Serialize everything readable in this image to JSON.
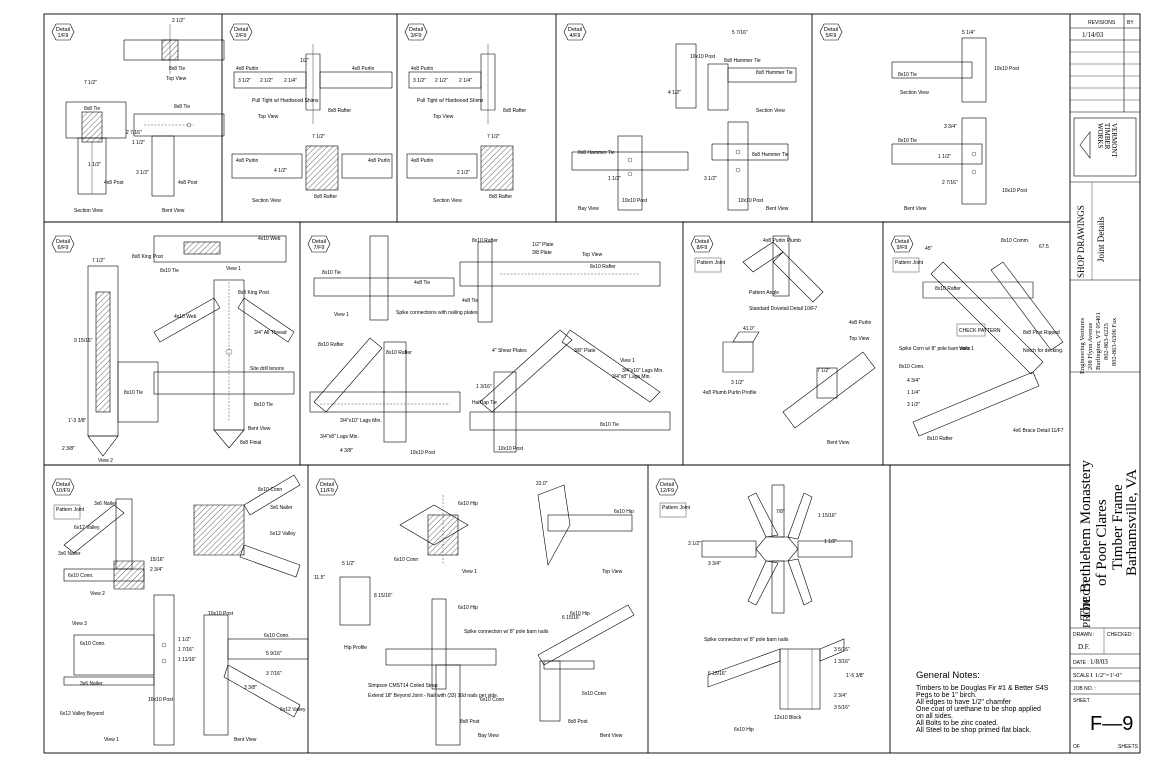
{
  "sheet_number": "F—9",
  "sheet_of_label": "OF",
  "sheets_label": "SHEETS",
  "revisions": {
    "label": "REVISIONS",
    "by_label": "BY",
    "entry": "1/14/03"
  },
  "company_logo": [
    "VERMONT",
    "TIMBER",
    "WORKS"
  ],
  "drawing_type": "SHOP DRAWINGS",
  "drawing_title": "Joint Details",
  "engineer": [
    "Engineering Ventures",
    "208 Flynn Avenue",
    "Burlington, VT 05401",
    "802-863-6225",
    "802-863-6306 Fax"
  ],
  "project": {
    "label": "PROJECT:",
    "lines": [
      "The Bethlehem Monastery",
      "of Poor Clares",
      "Timber Frame",
      "Barhamsville, VA"
    ]
  },
  "title_block": {
    "drawn_label": "DRAWN :",
    "drawn": "D.F.",
    "checked_label": "CHECKED :",
    "date_label": "DATE :",
    "date": "1/8/03",
    "scale_label": "SCALE :",
    "scale": "1 1/2\"=1'-0\"",
    "job_label": "JOB NO. :",
    "sheet_label": "SHEET"
  },
  "notes": {
    "title": "General Notes:",
    "lines": [
      "Timbers to be Douglas Fir #1 & Better S4S",
      "Pegs to be 1\" birch.",
      "All edges to have 1/2\" chamfer",
      "One coat of urethane to be shop applied",
      "   on all sides.",
      "All Bolts to be zinc coated.",
      "All Steel to be shop primed flat black."
    ]
  },
  "details": [
    {
      "tag": "Detail",
      "num": "1/F9",
      "labels": [
        "8x8 Tie",
        "Top View",
        "8x8 Tie",
        "8x8 Tie",
        "4x8 Post",
        "4x8 Post",
        "Section View",
        "Bent View",
        "7 1/2\"",
        "2 7/16\"",
        "1 1/2\"",
        "3 1/2\"",
        "1 1/2\"",
        "2 1/2\""
      ]
    },
    {
      "tag": "Detail",
      "num": "2/F9",
      "labels": [
        "4x8 Purlin",
        "4x8 Purlin",
        "Pull Tight w/ Hardwood Shims",
        "Top View",
        "8x8 Rafter",
        "4x8 Purlin",
        "4x8 Purlin",
        "8x8 Rafter",
        "Section View",
        "3 1/2\"",
        "2 1/2\"",
        "2 1/4\"",
        "1/2\"",
        "7 1/2\"",
        "4 1/2\""
      ]
    },
    {
      "tag": "Detail",
      "num": "3/F9",
      "labels": [
        "4x8 Purlin",
        "Pull Tight w/ Hardwood Shims",
        "Top View",
        "8x8 Rafter",
        "4x8 Purlin",
        "8x8 Rafter",
        "Section View",
        "3 1/2\"",
        "2 1/2\"",
        "2 1/4\"",
        "7 1/2\"",
        "2 1/2\""
      ]
    },
    {
      "tag": "Detail",
      "num": "4/F9",
      "labels": [
        "8x8 Hammer Tie",
        "8x8 Hammer Tie",
        "10x10 Post",
        "Section View",
        "8x8 Hammer Tie",
        "8x8 Hammer Tie",
        "10x10 Post",
        "10x10 Post",
        "Bay View",
        "Bent View",
        "5 7/16\"",
        "4 1/2\"",
        "1 1/2\"",
        "3 1/2\""
      ]
    },
    {
      "tag": "Detail",
      "num": "5/F9",
      "labels": [
        "8x10 Tie",
        "10x10 Post",
        "Section View",
        "8x10 Tie",
        "10x10 Post",
        "Bent View",
        "1 1/2\"",
        "3 3/4\"",
        "2 7/16\"",
        "5 1/4\""
      ]
    },
    {
      "tag": "Detail",
      "num": "6/F9",
      "labels": [
        "8x8 King Post",
        "4x10 Web",
        "8x10 Tie",
        "View 1",
        "8x8 King Post",
        "4x10 Web",
        "3/4\" All Thread",
        "Site drill tenons",
        "8x10 Tie",
        "8x8 Finial",
        "Bent View",
        "View 2",
        "7 1/2\"",
        "9 15/16\"",
        "2 3/8\"",
        "1'-3 3/8\""
      ]
    },
    {
      "tag": "Detail",
      "num": "7/F9",
      "labels": [
        "8x10 Tie",
        "4x8 Tie",
        "View 1",
        "Spike connections with nailing plates",
        "8x10 Rafter",
        "8x10 Rafter",
        "Top View",
        "1/2\" Plate",
        "3/8 Plate",
        "4x8 Tie",
        "8x10 Rafter",
        "8x10 Rafter",
        "4\" Shear Plates",
        "3/8\" Plate",
        "View 1",
        "3/4\"x10\" Lags Min.",
        "3/4\"x8\" Lags Min.",
        "10x10 Post",
        "Half lap Tie",
        "8x10 Tie",
        "10x10 Post",
        "1 3/16\"",
        "4 3/8\""
      ]
    },
    {
      "tag": "Detail",
      "num": "8/F9",
      "labels": [
        "Pattern Joint",
        "4x8 Purlin Plumb",
        "Pattern Angle",
        "Standard Dovetail Detail 10/F7",
        "4x8 Purlin",
        "Top View",
        "4x8 Plumb Purlin Profile",
        "Bent View",
        "41.0\"",
        "3 1/2\"",
        "7 1/2\""
      ]
    },
    {
      "tag": "Detail",
      "num": "9/F9",
      "labels": [
        "Pattern Joint",
        "8x10 Comm.",
        "8x10 Rafter",
        "CHECK PATTERN",
        "8x8 Post Ripped",
        "Notch for decking.",
        "Spike Corn w/ 8\" pole barn nails",
        "8x10 Conn.",
        "View 1",
        "4x6 Brace Detail 11/F7",
        "8x10 Rafter",
        "45\"",
        "67.5",
        "4 3/4\"",
        "1 1/4\"",
        "3 1/2\""
      ]
    },
    {
      "tag": "Detail",
      "num": "10/F9",
      "labels": [
        "Pattern Joint",
        "3x6 Nailer",
        "6x12 Valley",
        "3x6 Nailer",
        "6x10 Conn.",
        "View 2",
        "8x10 Conn",
        "3x6 Nailer",
        "6x12 Valley",
        "View 3",
        "6x10 Conn.",
        "3x6 Nailer",
        "10x10 Post",
        "6x12 Valley Beyond",
        "View 1",
        "10x10 Post",
        "6x10 Conn.",
        "6x12 Valley",
        "Bent View",
        "15/16\"",
        "2 3/4\"",
        "1 1/2\"",
        "1 7/16\"",
        "1 11/16\"",
        "5 9/16\"",
        "3 7/16\"",
        "3 3/8\""
      ]
    },
    {
      "tag": "Detail",
      "num": "11/F9",
      "labels": [
        "6x10 Hip",
        "View 1",
        "6x10 Conn",
        "Hip Profile",
        "11.5\"",
        "5 1/2\"",
        "8 15/16\"",
        "6x10 Hip",
        "Spike connection w/ 8\" pole barn nails",
        "Simpson CMST14 Coiled Strap",
        "Extend 18\" Beyond Joint - Nail with (33) 10d nails per side.",
        "6x10 Conn",
        "8x8 Post",
        "Bay View",
        "22.0\"",
        "6x10 Hip",
        "Top View",
        "6x10 Hip",
        "6x10 Conn",
        "8x8 Post",
        "Bent View",
        "6 15/16\""
      ]
    },
    {
      "tag": "Detail",
      "num": "12/F9",
      "labels": [
        "Pattern Joint",
        "7/8\"",
        "1 15/16\"",
        "3 1/2\"",
        "3 3/4\"",
        "1 1/2\"",
        "Spike connection w/ 8\" pole barn nails",
        "12x10 Block",
        "6x10 Hip",
        "3 5/16\"",
        "1 3/16\"",
        "2 3/4\"",
        "3 5/16\"",
        "1'-5 3/8\"",
        "6 15/16\""
      ]
    }
  ]
}
